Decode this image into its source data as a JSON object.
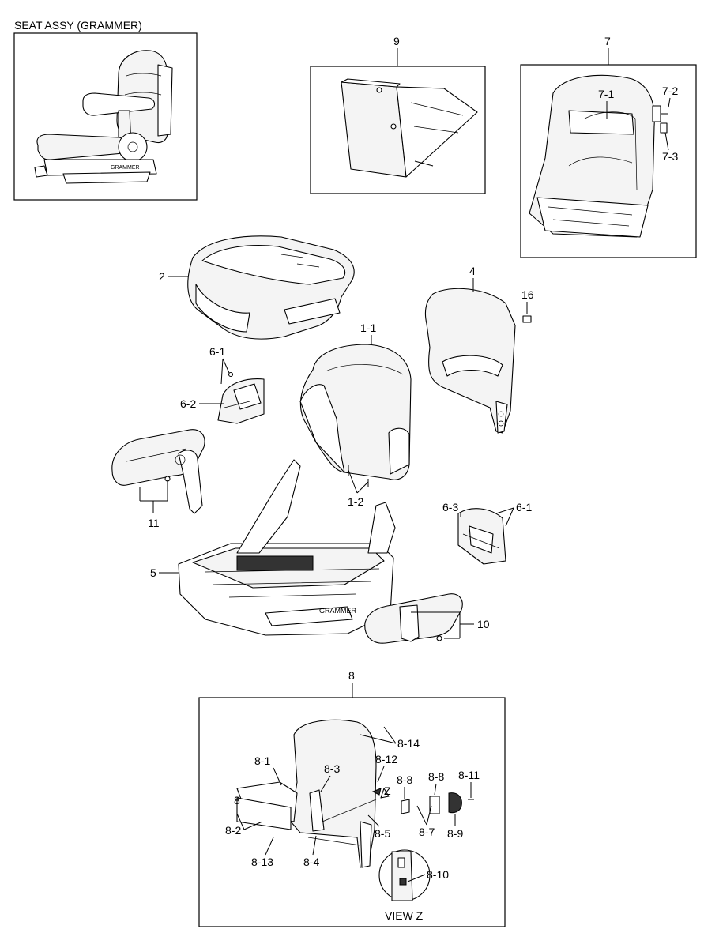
{
  "title": "SEAT ASSY (GRAMMER)",
  "brand_text": "GRAMMER",
  "view_label": "VIEW Z",
  "z_marker": "Z",
  "labels": {
    "p9": "9",
    "p7": "7",
    "p7_1": "7-1",
    "p7_2": "7-2",
    "p7_3": "7-3",
    "p2": "2",
    "p4": "4",
    "p16": "16",
    "p1_1": "1-1",
    "p6_1a": "6-1",
    "p6_2": "6-2",
    "p1_2": "1-2",
    "p11": "11",
    "p6_3": "6-3",
    "p6_1b": "6-1",
    "p5": "5",
    "p10": "10",
    "p8": "8",
    "p8_14": "8-14",
    "p8_1": "8-1",
    "p8_3": "8-3",
    "p8_12": "8-12",
    "p8_8a": "8-8",
    "p8_8b": "8-8",
    "p8_11": "8-11",
    "p8_6": "8",
    "p8_2": "8-2",
    "p8_5": "8-5",
    "p8_7": "8-7",
    "p8_9": "8-9",
    "p8_13": "8-13",
    "p8_4": "8-4",
    "p8_10": "8-10"
  }
}
